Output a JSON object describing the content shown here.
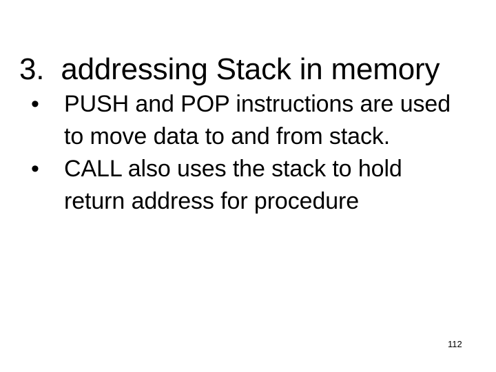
{
  "slide": {
    "title": "3.  addressing Stack in memory",
    "bullet_marker": "•",
    "bullets": [
      {
        "text": "PUSH and POP instructions are used to move data to and from stack."
      },
      {
        "text": "CALL also uses the stack to hold return address for procedure"
      }
    ],
    "page_number": "112",
    "colors": {
      "background": "#ffffff",
      "text": "#000000"
    }
  }
}
